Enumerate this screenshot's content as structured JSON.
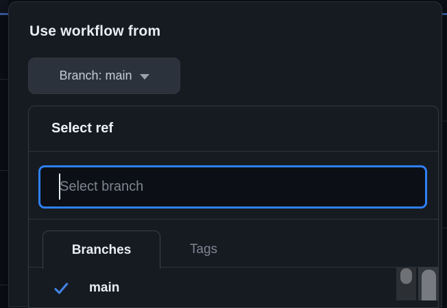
{
  "dialog": {
    "heading": "Use workflow from",
    "branch_selector": {
      "label": "Branch: main",
      "caret_icon": "triangle-down"
    },
    "ref_panel": {
      "header": "Select ref",
      "search": {
        "placeholder": "Select branch",
        "value": ""
      },
      "tabs": [
        {
          "label": "Branches",
          "active": true
        },
        {
          "label": "Tags",
          "active": false
        }
      ],
      "refs": [
        {
          "label": "main",
          "selected": true,
          "selected_icon": "check"
        }
      ]
    }
  },
  "colors": {
    "accent_blue_focus_ring": "#2f81f7",
    "check_blue": "#4184e4",
    "popup_background": "#161b22",
    "page_background": "#0b0f15",
    "behind_overlay_blue_line": "#3a5fa8"
  }
}
